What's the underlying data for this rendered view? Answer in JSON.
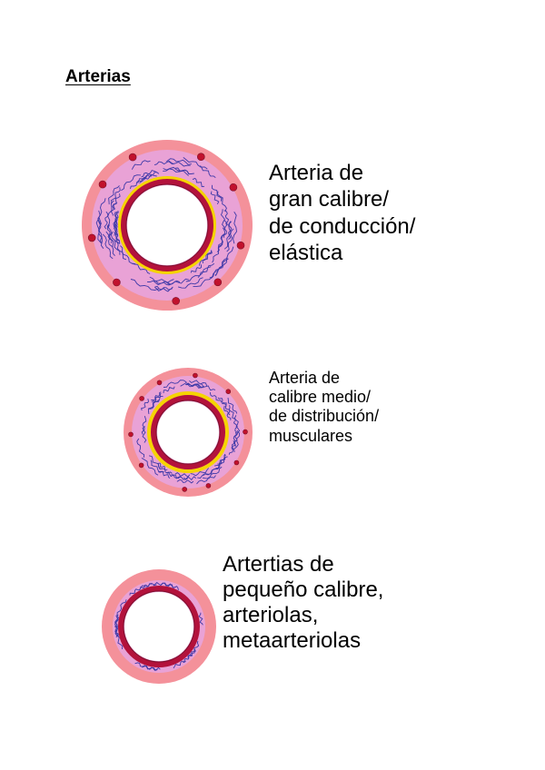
{
  "title": "Arterias",
  "colors": {
    "adventitia": "#f4919a",
    "media": "#e9a2d6",
    "elastic_fibers": "#3f3aa8",
    "internal_lamina": "#f5d400",
    "intima": "#b3123c",
    "vasa_vasorum": "#c1122c",
    "lumen": "#ffffff"
  },
  "arteries": [
    {
      "id": "large",
      "label_lines": [
        "Arteria de",
        "gran calibre/",
        "de conducción/",
        "elástica"
      ]
    },
    {
      "id": "medium",
      "label_lines": [
        "Arteria de",
        "calibre medio/",
        "de distribución/",
        "musculares"
      ]
    },
    {
      "id": "small",
      "label_lines": [
        "Artertias de",
        "pequeño calibre,",
        "arteriolas,",
        "metaarteriolas"
      ]
    }
  ]
}
